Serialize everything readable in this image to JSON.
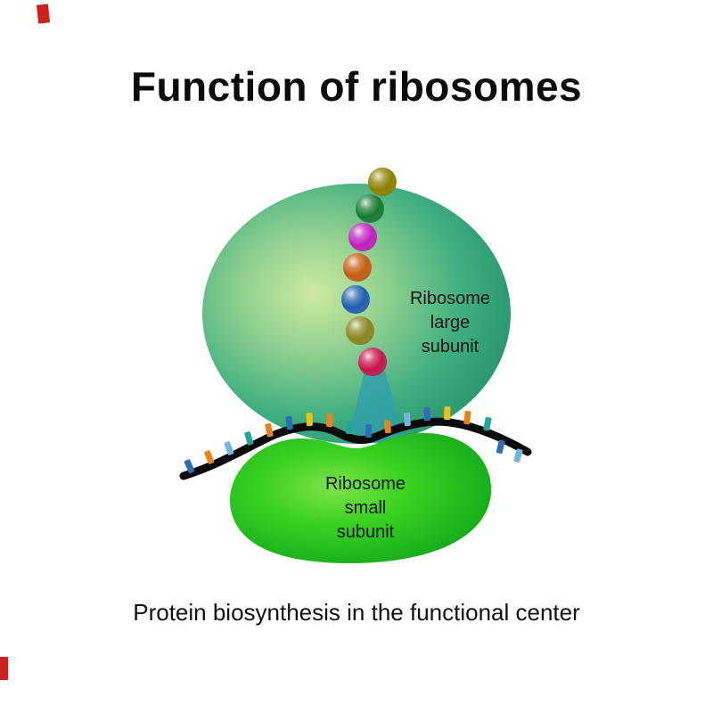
{
  "page": {
    "title": "Function of ribosomes",
    "caption": "Protein biosynthesis in the functional center"
  },
  "labels": {
    "large_subunit": [
      "Ribosome",
      "large",
      "subunit"
    ],
    "small_subunit": [
      "Ribosome",
      "small",
      "subunit"
    ]
  },
  "palette": {
    "title_text": "#0b0b0b",
    "caption_text": "#101010",
    "label_text": "#151515",
    "large_subunit_base": "#2f9e7b",
    "large_subunit_highlight": "#c9e79b",
    "small_subunit_base": "#23c11d",
    "small_subunit_shadow": "#0e8d11",
    "funnel": "#2f9fae",
    "mrna_strand": "#0a0a0a",
    "corner_mark": "#cf1f1f"
  },
  "protein_chain": {
    "beads": [
      {
        "color": "#8a8000"
      },
      {
        "color": "#157a2c"
      },
      {
        "color": "#bf1fbf"
      },
      {
        "color": "#c35c10"
      },
      {
        "color": "#1d5fae"
      },
      {
        "color": "#8a8420"
      },
      {
        "color": "#c6134b"
      }
    ]
  },
  "mrna": {
    "tick_colors": [
      "#e8821e",
      "#2a6fb8",
      "#28a29a",
      "#e8c31e",
      "#74b4e0"
    ]
  }
}
